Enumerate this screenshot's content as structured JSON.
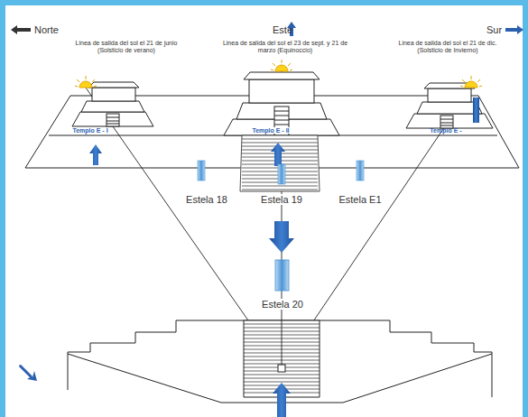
{
  "diagram": {
    "labels": [
      "Norte",
      "Este",
      "Sur",
      "Linea de salida del sol el 21 de junio (Solsticio de verano)",
      "Linea de salida del sol el 23 de sept. y 21 de marzo (Equinoccio)",
      "Linea de salida del sol el 21 de dic. (Solsticio de Invierno)",
      "Templo E - I",
      "Templo E - II",
      "Templo E -",
      "Estela 18",
      "Estela 19",
      "Estela E1",
      "Estela 20"
    ]
  }
}
